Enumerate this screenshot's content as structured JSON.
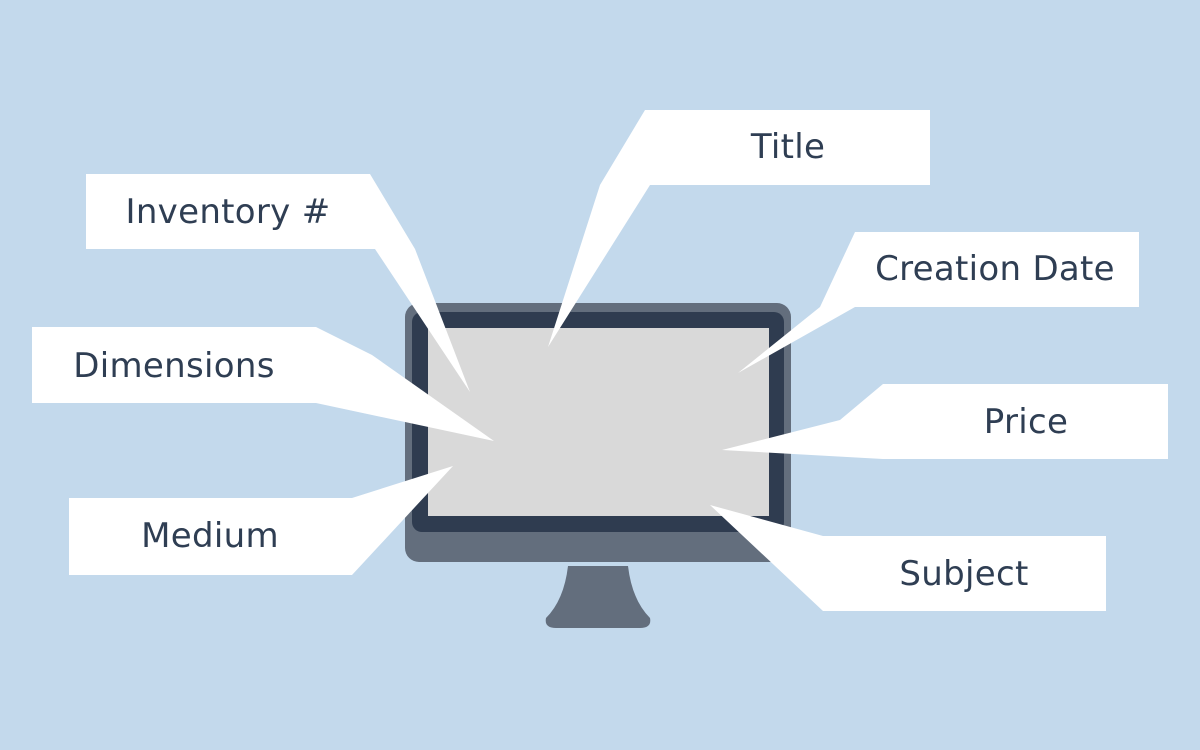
{
  "colors": {
    "background": "#c3d9ec",
    "callout": "#ffffff",
    "text": "#2f3e53",
    "monitor_outer": "#636e7d",
    "monitor_bezel": "#2f3c50",
    "screen": "#d9d9d9",
    "stand": "#636e7d"
  },
  "labels": {
    "inventory": "Inventory #",
    "title": "Title",
    "creation_date": "Creation Date",
    "dimensions": "Dimensions",
    "price": "Price",
    "medium": "Medium",
    "subject": "Subject"
  }
}
